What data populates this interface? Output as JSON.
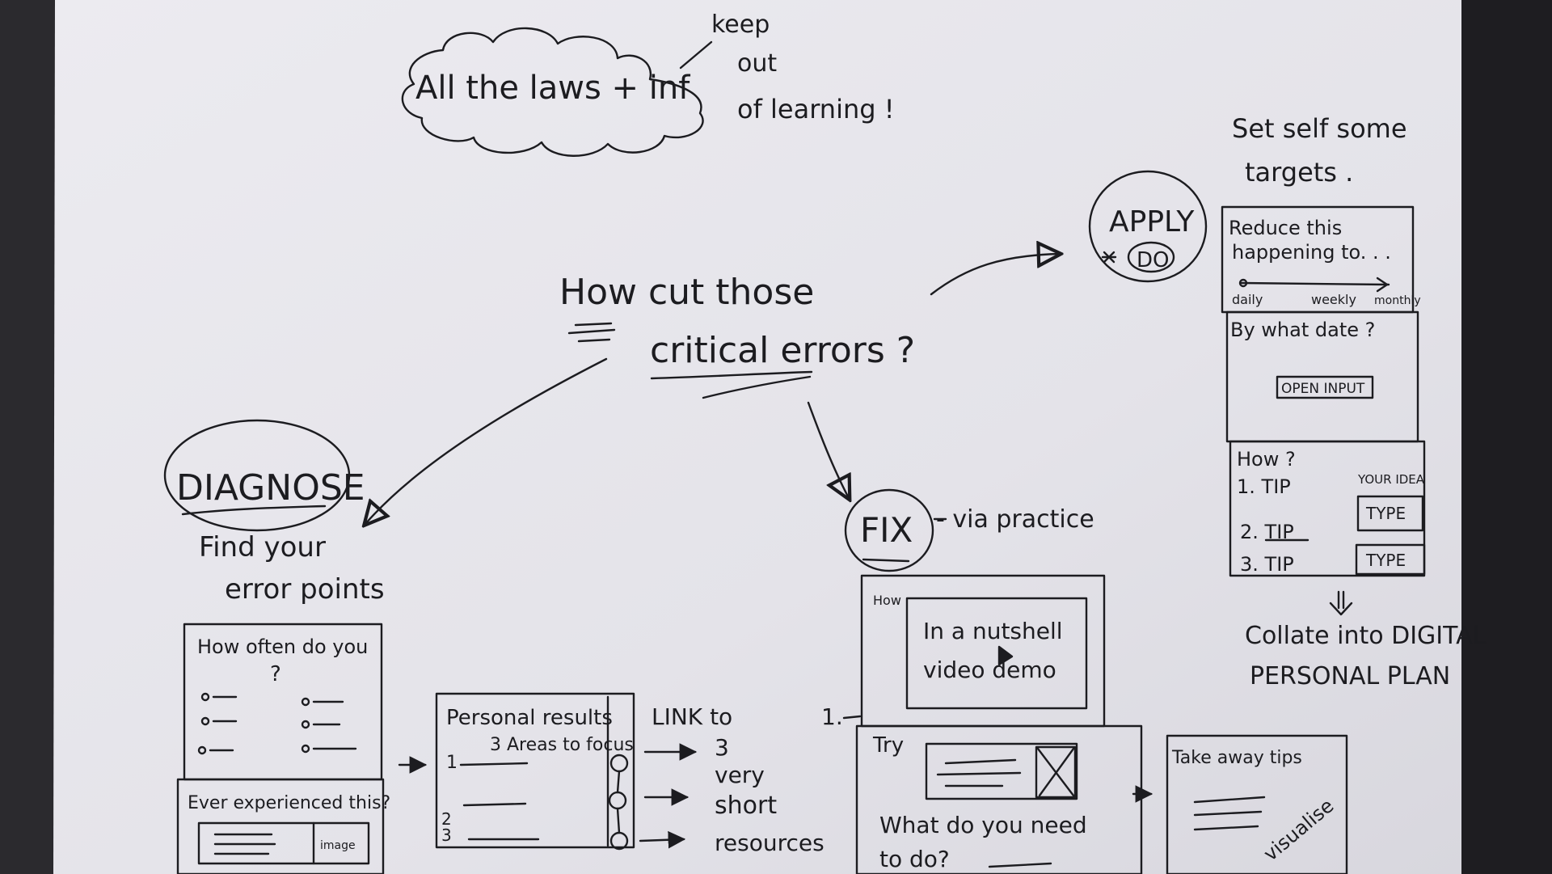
{
  "cloud": {
    "text": "All the laws + inf",
    "note_lines": [
      "keep",
      "out",
      "of learning !"
    ]
  },
  "center": {
    "line1": "How cut those",
    "line2": "critical errors ?"
  },
  "apply": {
    "title": "APPLY",
    "badge": "DO",
    "note_lines": [
      "Set self some",
      "targets ."
    ],
    "panel": {
      "reduce_lines": [
        "Reduce this",
        "happening to. . ."
      ],
      "slider_labels": [
        "daily",
        "weekly",
        "monthly"
      ],
      "date_question": "By what date ?",
      "open_input": "OPEN INPUT",
      "how_label": "How ?",
      "tips": [
        "1. TIP",
        "2. TIP",
        "3. TIP"
      ],
      "your_idea": "YOUR IDEA",
      "type_buttons": [
        "TYPE",
        "TYPE"
      ]
    },
    "collate_lines": [
      "Collate into DIGITAL",
      "PERSONAL PLAN"
    ]
  },
  "diagnose": {
    "title": "DIAGNOSE",
    "sub_lines": [
      "Find your",
      "error points"
    ],
    "phone": {
      "question_lines": [
        "How often do you",
        "?"
      ],
      "experienced": "Ever experienced this?",
      "image_label": "image"
    },
    "results": {
      "title": "Personal results",
      "subtitle": "3 Areas to focus",
      "numbers": [
        "1",
        "2",
        "3"
      ]
    },
    "link_lines": [
      "LINK to",
      "3",
      "very",
      "short",
      "resources"
    ]
  },
  "fix": {
    "title": "FIX",
    "note": "- via practice",
    "step": "1.",
    "how_label": "How",
    "video_lines": [
      "In a nutshell",
      "video demo"
    ],
    "try_label": "Try",
    "question_lines": [
      "What do you need",
      "to do?"
    ],
    "takeaway": {
      "title": "Take away tips",
      "visualise": "visualise"
    }
  }
}
